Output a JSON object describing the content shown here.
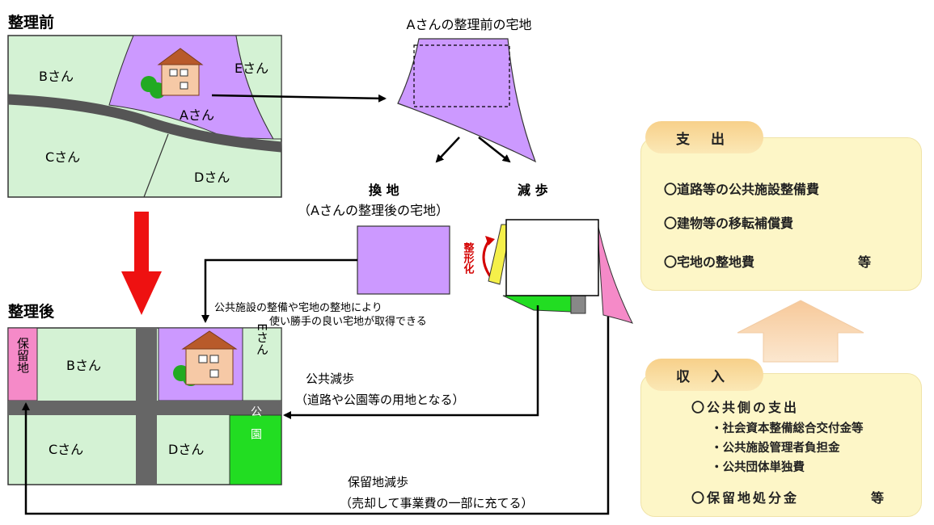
{
  "before": {
    "title": "整理前",
    "lots": {
      "b": "Bさん",
      "e": "Eさん",
      "a": "Aさん",
      "c": "Cさん",
      "d": "Dさん"
    }
  },
  "after": {
    "title": "整理後",
    "lots": {
      "reserve": "保留地",
      "b": "Bさん",
      "e": "Eさん",
      "c": "Cさん",
      "d": "Dさん",
      "park": "公園"
    }
  },
  "a_lot_before_title": "Aさんの整理前の宅地",
  "kanchi": {
    "label": "換 地",
    "sub": "（Aさんの整理後の宅地）"
  },
  "genbu_label": "減 歩",
  "seikeika": "整形化",
  "kanchi_note": [
    "公共施設の整備や宅地の整地により",
    "使い勝手の良い宅地が取得できる"
  ],
  "public_genbu": {
    "label": "公共減歩",
    "sub": "（道路や公園等の用地となる）"
  },
  "reserve_genbu": {
    "label": "保留地減歩",
    "sub": "（売却して事業費の一部に充てる）"
  },
  "expenditure": {
    "title": "支 出",
    "items": [
      "〇道路等の公共施設整備費",
      "〇建物等の移転補償費",
      "〇宅地の整地費"
    ],
    "etc": "等"
  },
  "income": {
    "title": "収 入",
    "public_head": "〇公共側の支出",
    "public_items": [
      "・社会資本整備総合交付金等",
      "・公共施設管理者負担金",
      "・公共団体単独費"
    ],
    "reserve_sale": "〇保留地処分金",
    "etc": "等"
  },
  "colors": {
    "lot_green": "#d4f2d4",
    "a_purple": "#cc99ff",
    "road": "#666666",
    "park_green": "#22dd22",
    "reserve_pink": "#f58ac8",
    "yellow": "#f5f04a",
    "box_yellow": "#fdf6c7",
    "red_arrow": "#ee1111"
  }
}
